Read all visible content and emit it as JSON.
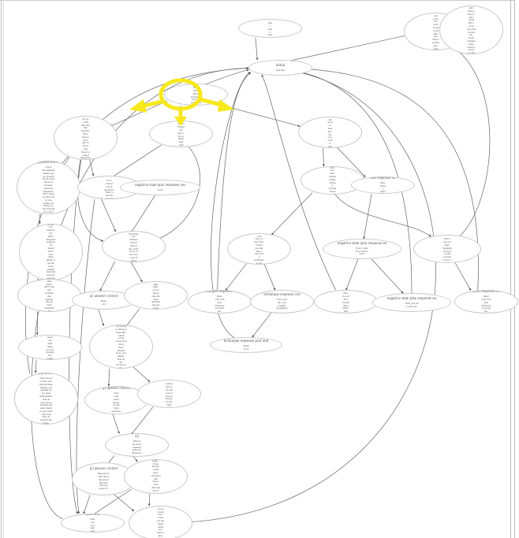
{
  "nodes": [
    {
      "id": "joke",
      "title": "joke",
      "body": "joke 1 joke 2 joke 3"
    },
    {
      "id": "initial",
      "title": "initial",
      "body": "Welcome"
    },
    {
      "id": "joke1",
      "title": "joke 1",
      "body": "Why did the cell cross the road? To get to the other side. Here's another joke. Said yet another one."
    },
    {
      "id": "dunno",
      "title": "dunno",
      "body": "Hmmm, I'm afraid I don't follow. Sorry, I don't speak that. I won't say what you tell me. Don't continue, ready. Send us tell of us. Try that a different way for me."
    },
    {
      "id": "hello",
      "title": "hello",
      "body": "Hello there David Username, how are you doing today?"
    },
    {
      "id": "rfp",
      "title": "response fairly positive",
      "body": "Hmm.. I bet we could turn that into fantastic. How about a short quiz to boost your mood or a short happiness exercise? Pick one."
    },
    {
      "id": "rvp",
      "title": "response very positive",
      "body": "Great! Would you like to play a quick quiz with me?"
    },
    {
      "id": "rn",
      "title": "response negative",
      "body": "Oh I am sorry to hear that. Do you want to talk about it?"
    },
    {
      "id": "hex",
      "title": "happiness exercise",
      "body": "Great! Recognising things you are grateful for has been shown to increase personal happiness. How about we kick off by you listing one thing you feel grateful for today?"
    },
    {
      "id": "qu",
      "title": "quiz unsure",
      "body": "It is a mixed bag of questions. Want to take the plunge?"
    },
    {
      "id": "nsqry",
      "title": "negative state quiz response yes",
      "body": "Cool!"
    },
    {
      "id": "try",
      "title": "talk response yes",
      "body": "Did you have trouble falling asleep or staying asleep last night?"
    },
    {
      "id": "trn",
      "title": "talk response no",
      "body": "How about a quiz?"
    },
    {
      "id": "hex1",
      "title": "happiness ex1",
      "body": "Nice one! I am grateful for the hot kettle in my hand. Research suggests we should list at least three things to get the most benefit from this exercise. Can you tell me another thing you are grateful for?"
    },
    {
      "id": "q1",
      "title": "q1",
      "body": "The Pudu, the smallest known deer in the world, lives on the west coast of which continent?"
    },
    {
      "id": "srp",
      "title": "sleep response problem",
      "body": "I am sorry to hear that. Would you like me to send you a technique to use tonight?"
    },
    {
      "id": "nsqrn",
      "title": "negative state quiz response no",
      "body": "If not a quiz, how about a joke?"
    },
    {
      "id": "srnp",
      "title": "sleep response no problem",
      "body": "That is good to hear! Speaking of 'hear', would you like to hear a joke?"
    },
    {
      "id": "hex2",
      "title": "happiness ex2",
      "body": "Well done! Me? I am just grateful that Python did not bark randomly this morning."
    },
    {
      "id": "q1c",
      "title": "q1 answer correct",
      "body": "Bang on!"
    },
    {
      "id": "q1i",
      "title": "q1 answer incorrect",
      "body": "Not quite right. Let us move onto the next question and see if you can do better."
    },
    {
      "id": "trno",
      "title": "technique response no",
      "body": "Okay, well I am here whenever you need me."
    },
    {
      "id": "tryes",
      "title": "technique response yes",
      "body": "Great, give this a go tonight: [technique]"
    },
    {
      "id": "nsj1",
      "title": "negative state joke 1",
      "body": "How do you fix a broken tuba? With a tuba glue."
    },
    {
      "id": "nsjrn",
      "title": "negative state joke response no",
      "body": "Well, you are a sour one!"
    },
    {
      "id": "jrn",
      "title": "joke response no",
      "body": "Okay, well I am here whenever you need me."
    },
    {
      "id": "hex3",
      "title": "happiness ex3",
      "body": "How about one final thing you are grateful for? Come on, do tell."
    },
    {
      "id": "q2",
      "title": "q2",
      "body": "According to Winston Churchill, which potent concoction saved more English lives, and minds, than all the doctors in the Empire?"
    },
    {
      "id": "trpe",
      "title": "technique response prof end",
      "body": "Speak soon!"
    },
    {
      "id": "hex4",
      "title": "happiness ex4",
      "body": "Well you are a lucky one! Having these things to be grateful for is a great achievement. Take in those good feelings and enjoy them, so your brain will want more of them in the future."
    },
    {
      "id": "q2c",
      "title": "q2 answer correct",
      "body": "Very well done! Ready for the final question?"
    },
    {
      "id": "q2i",
      "title": "q2 answer incorrect",
      "body": "Afraid that is not the correct answer. Ready for the final question?"
    },
    {
      "id": "q3",
      "title": "q3",
      "body": "What is the most common name for albatross?"
    },
    {
      "id": "q3c",
      "title": "q3 answer correct",
      "body": "Impressive! Well that is the end of the quiz. Did you enjoy it?"
    },
    {
      "id": "q3i",
      "title": "q3 answer incorrect",
      "body": "Not quite right... Even Picasso could have answered that better. Well that's the end of the quiz. Did you enjoy it?"
    },
    {
      "id": "qs",
      "title": "quiz sour",
      "body": "Well, you are a sour one!"
    },
    {
      "id": "qe",
      "title": "quiz enjoyed",
      "body": "Good to hear that! Come see me again when you want to play another quiz."
    }
  ],
  "edges": [
    [
      "joke",
      "initial"
    ],
    [
      "joke1",
      "initial"
    ],
    [
      "hello",
      "initial"
    ],
    [
      "hello",
      "rfp"
    ],
    [
      "hello",
      "rvp"
    ],
    [
      "hello",
      "rn"
    ],
    [
      "rfp",
      "hex"
    ],
    [
      "rfp",
      "qu"
    ],
    [
      "rfp",
      "q1"
    ],
    [
      "rfp",
      "qs"
    ],
    [
      "rvp",
      "qu"
    ],
    [
      "rvp",
      "q1"
    ],
    [
      "rn",
      "try"
    ],
    [
      "rn",
      "trn"
    ],
    [
      "qu",
      "q1"
    ],
    [
      "qu",
      "qs"
    ],
    [
      "nsqry",
      "q1"
    ],
    [
      "try",
      "srp"
    ],
    [
      "try",
      "srnp"
    ],
    [
      "trn",
      "nsqrn"
    ],
    [
      "nsqrn",
      "nsj1"
    ],
    [
      "nsqrn",
      "nsjrn"
    ],
    [
      "srp",
      "trno"
    ],
    [
      "srp",
      "tryes"
    ],
    [
      "tryes",
      "trpe"
    ],
    [
      "srnp",
      "jrn"
    ],
    [
      "srnp",
      "joke1"
    ],
    [
      "hex",
      "hex1"
    ],
    [
      "hex1",
      "hex2"
    ],
    [
      "hex2",
      "hex3"
    ],
    [
      "hex3",
      "hex4"
    ],
    [
      "hex4",
      "initial"
    ],
    [
      "q1",
      "q1c"
    ],
    [
      "q1",
      "q1i"
    ],
    [
      "q1c",
      "q2"
    ],
    [
      "q1i",
      "q2"
    ],
    [
      "q2",
      "q2c"
    ],
    [
      "q2",
      "q2i"
    ],
    [
      "q2c",
      "q3"
    ],
    [
      "q2i",
      "q3"
    ],
    [
      "q3",
      "q3c"
    ],
    [
      "q3",
      "q3i"
    ],
    [
      "q3c",
      "qs"
    ],
    [
      "q3c",
      "qe"
    ],
    [
      "q3i",
      "qs"
    ],
    [
      "q3i",
      "qe"
    ],
    [
      "qs",
      "initial"
    ],
    [
      "qe",
      "initial"
    ],
    [
      "trno",
      "initial"
    ],
    [
      "trpe",
      "initial"
    ],
    [
      "nsj1",
      "initial"
    ],
    [
      "nsjrn",
      "initial"
    ],
    [
      "jrn",
      "initial"
    ]
  ],
  "colors": {
    "highlight": "#f7e81c",
    "node_border": "#c8c8c8",
    "edge": "#555555"
  }
}
